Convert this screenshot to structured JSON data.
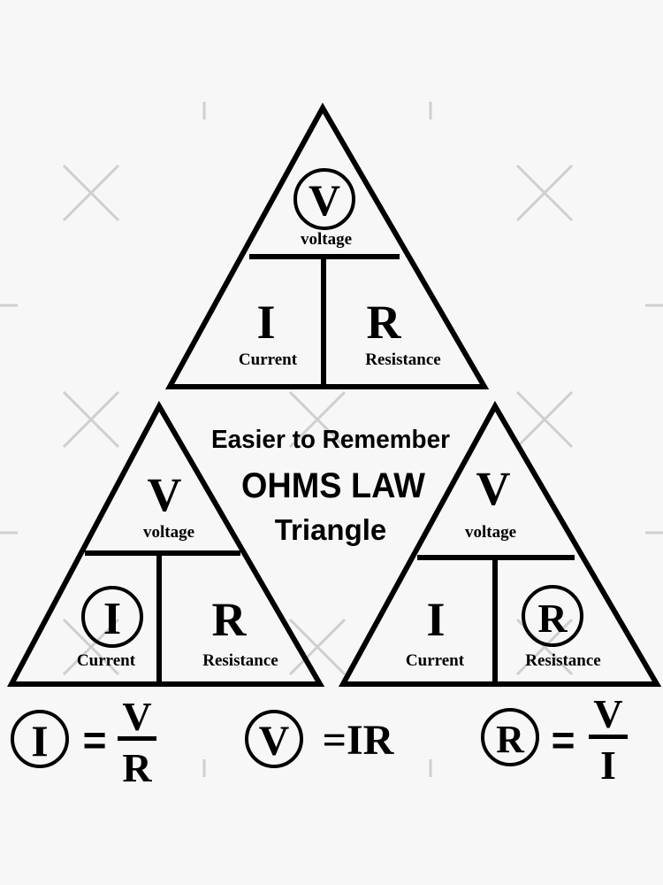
{
  "title": {
    "line1": "Easier to Remember",
    "line2": "OHMS LAW",
    "line3": "Triangle"
  },
  "triangles": [
    {
      "top_symbol": "V",
      "top_label": "voltage",
      "left_symbol": "I",
      "left_label": "Current",
      "right_symbol": "R",
      "right_label": "Resistance",
      "circled": "V"
    },
    {
      "top_symbol": "V",
      "top_label": "voltage",
      "left_symbol": "I",
      "left_label": "Current",
      "right_symbol": "R",
      "right_label": "Resistance",
      "circled": "I"
    },
    {
      "top_symbol": "V",
      "top_label": "voltage",
      "left_symbol": "I",
      "left_label": "Current",
      "right_symbol": "R",
      "right_label": "Resistance",
      "circled": "R"
    }
  ],
  "formulas": [
    {
      "subject": "I",
      "equals": "=",
      "numerator": "V",
      "denominator": "R"
    },
    {
      "subject": "V",
      "equals": "=IR"
    },
    {
      "subject": "R",
      "equals": "=",
      "numerator": "V",
      "denominator": "I"
    }
  ]
}
